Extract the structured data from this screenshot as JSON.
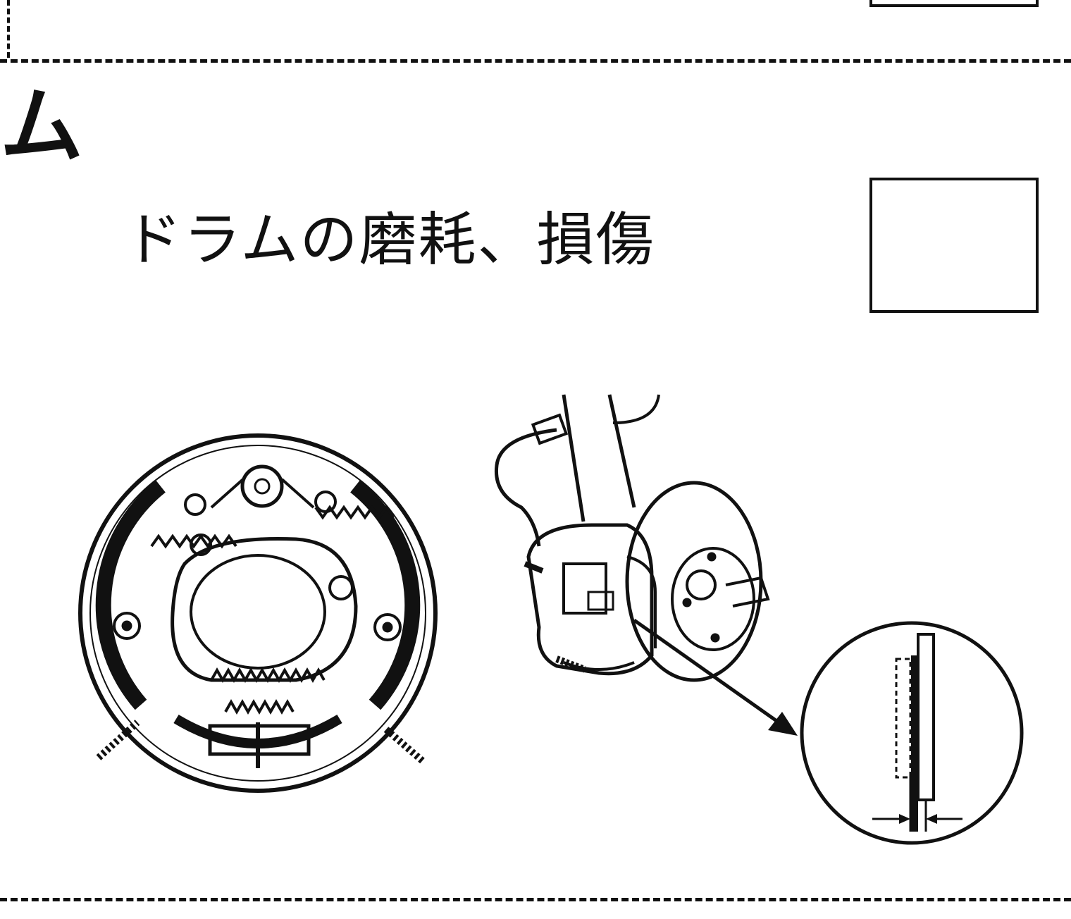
{
  "section": {
    "heading_fragment": "ム",
    "item_label": "ドラムの磨耗、損傷"
  },
  "checkboxes": [
    {
      "checked": false
    },
    {
      "checked": false
    }
  ],
  "figures": [
    {
      "id": "drum-brake-assembly"
    },
    {
      "id": "disc-brake-caliper"
    },
    {
      "id": "pad-thickness-detail"
    }
  ]
}
